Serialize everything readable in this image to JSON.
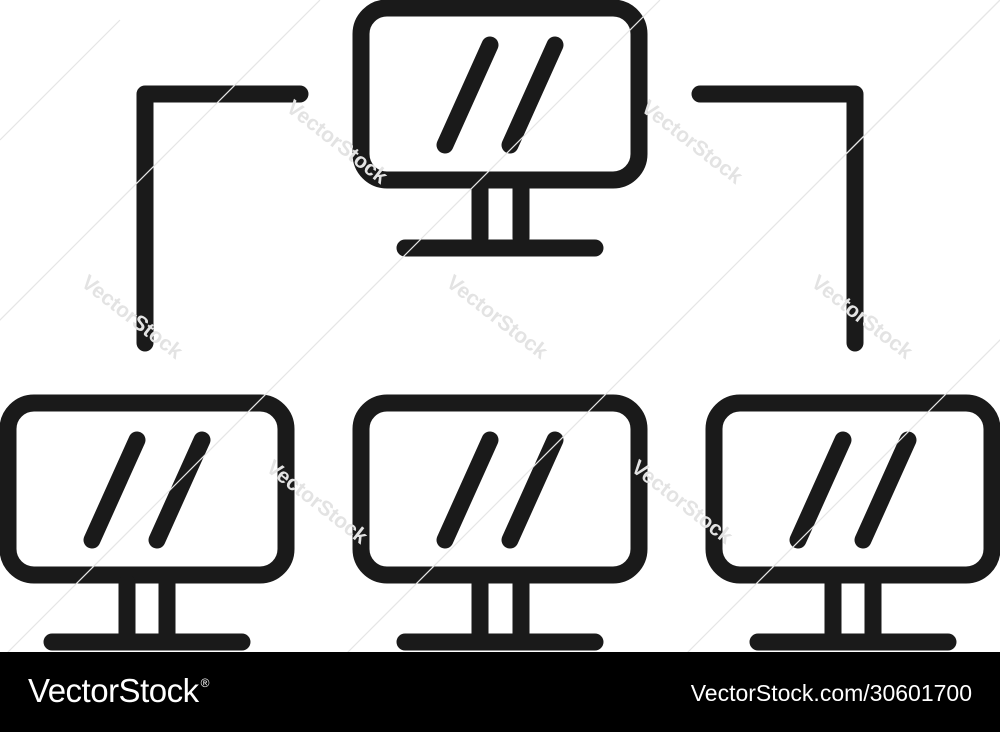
{
  "illustration": {
    "icon": "computer-network-icon",
    "stroke_color": "#1a1a1a",
    "background_color": "#ffffff",
    "computers": [
      {
        "name": "top-monitor-icon"
      },
      {
        "name": "bottom-left-monitor-icon"
      },
      {
        "name": "bottom-center-monitor-icon"
      },
      {
        "name": "bottom-right-monitor-icon"
      }
    ],
    "watermark_text": "VectorStock"
  },
  "footer": {
    "brand": "VectorStock",
    "brand_mark": "®",
    "image_id": "VectorStock.com/30601700",
    "background_color": "#000000",
    "text_color": "#ffffff"
  }
}
